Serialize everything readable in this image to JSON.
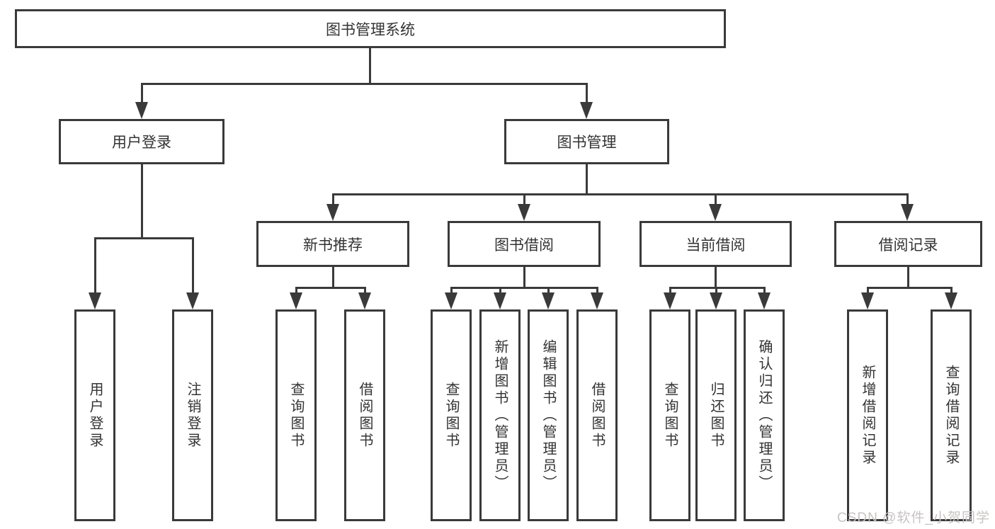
{
  "tree": {
    "root": {
      "label": "图书管理系统"
    },
    "branches": [
      {
        "label": "用户登录",
        "children": [
          {
            "label": "用户登录"
          },
          {
            "label": "注销登录"
          }
        ]
      },
      {
        "label": "图书管理",
        "children": [
          {
            "label": "新书推荐",
            "children": [
              {
                "label": "查询图书"
              },
              {
                "label": "借阅图书"
              }
            ]
          },
          {
            "label": "图书借阅",
            "children": [
              {
                "label": "查询图书"
              },
              {
                "label": "新增图书（管理员）"
              },
              {
                "label": "编辑图书（管理员）"
              },
              {
                "label": "借阅图书"
              }
            ]
          },
          {
            "label": "当前借阅",
            "children": [
              {
                "label": "查询图书"
              },
              {
                "label": "归还图书"
              },
              {
                "label": "确认归还（管理员）"
              }
            ]
          },
          {
            "label": "借阅记录",
            "children": [
              {
                "label": "新增借阅记录"
              },
              {
                "label": "查询借阅记录"
              }
            ]
          }
        ]
      }
    ]
  },
  "watermark": {
    "text": "CSDN @软件_小贺同学"
  },
  "colors": {
    "line": "#3a3a3a",
    "text": "#333333",
    "background": "#ffffff",
    "watermark": "#c8c3c3"
  }
}
